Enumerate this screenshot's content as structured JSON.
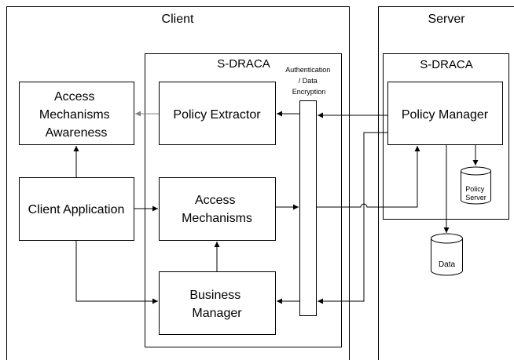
{
  "client": {
    "title": "Client"
  },
  "server": {
    "title": "Server"
  },
  "client_sdraca": {
    "title": "S-DRACA"
  },
  "server_sdraca": {
    "title": "S-DRACA"
  },
  "auth_layer": {
    "label": [
      "Authentication",
      "/ Data",
      "Encryption"
    ]
  },
  "boxes": {
    "access_awareness": [
      "Access",
      "Mechanisms",
      "Awareness"
    ],
    "policy_extractor": [
      "Policy Extractor"
    ],
    "client_application": [
      "Client Application"
    ],
    "access_mechanisms": [
      "Access",
      "Mechanisms"
    ],
    "business_manager": [
      "Business",
      "Manager"
    ],
    "policy_manager": [
      "Policy Manager"
    ]
  },
  "databases": {
    "policy_server": [
      "Policy",
      "Server"
    ],
    "data": [
      "Data"
    ]
  }
}
